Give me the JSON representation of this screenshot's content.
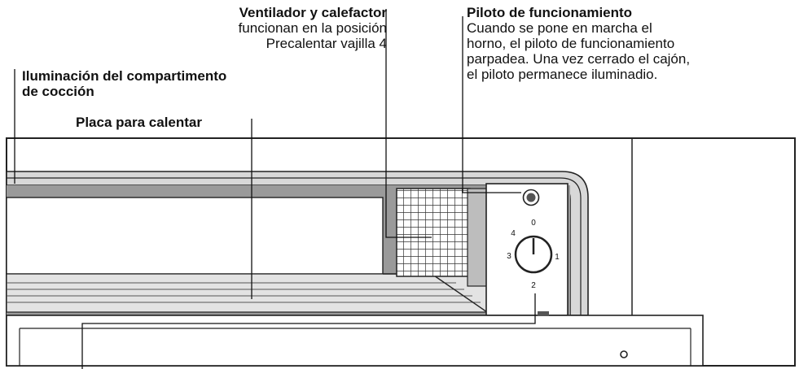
{
  "labels": {
    "fan": {
      "title": "Ventilador y calefactor",
      "lines": [
        "funcionan en la posición",
        "Precalentar vajilla 4"
      ]
    },
    "lamp": {
      "title": "Piloto de funcionamiento",
      "lines": [
        "Cuando se pone en marcha el",
        "horno, el piloto de funcionamiento",
        "parpadea. Una vez cerrado el cajón,",
        "el piloto permanece iluminadio."
      ]
    },
    "light": {
      "lines": [
        "Iluminación del compartimento",
        "de cocción"
      ]
    },
    "plate": {
      "title": "Placa para calentar"
    }
  },
  "dial": {
    "marks": [
      "0",
      "1",
      "2",
      "3",
      "4"
    ]
  },
  "colors": {
    "ink": "#111111",
    "cavity": "#9a9a9a",
    "plate": "#e3e3e3",
    "panel": "#ffffff"
  }
}
